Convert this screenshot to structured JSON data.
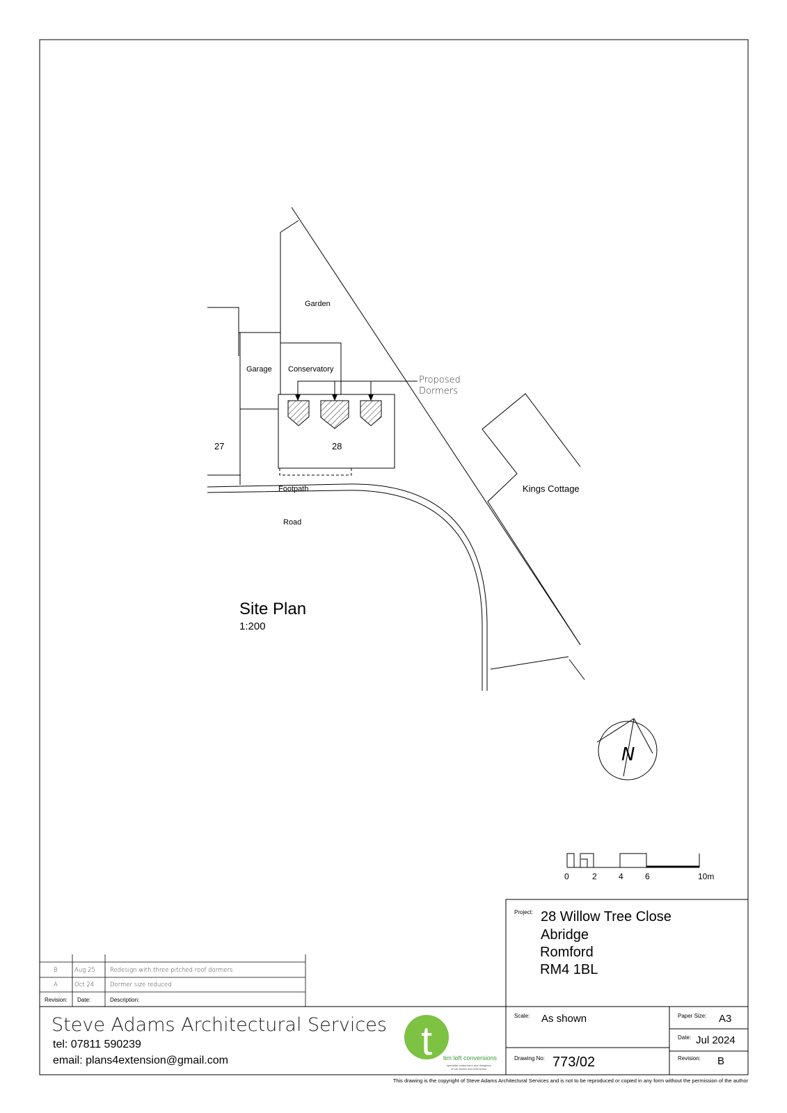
{
  "plan": {
    "labels": {
      "garden": "Garden",
      "garage": "Garage",
      "conservatory": "Conservatory",
      "house_27": "27",
      "house_28": "28",
      "footpath": "Footpath",
      "road": "Road",
      "kings_cottage": "Kings Cottage",
      "proposed_line1": "Proposed",
      "proposed_line2": "Dormers"
    },
    "title": "Site Plan",
    "scale": "1:200",
    "north_letter": "N",
    "scale_bar": {
      "ticks": [
        "0",
        "2",
        "4",
        "6",
        "10m"
      ]
    }
  },
  "title_block": {
    "project_label": "Project:",
    "project_lines": [
      "28 Willow Tree Close",
      "Abridge",
      "Romford",
      "RM4 1BL"
    ],
    "scale_label": "Scale:",
    "scale_value": "As shown",
    "paper_size_label": "Paper Size:",
    "paper_size_value": "A3",
    "date_label": "Date:",
    "date_value": "Jul 2024",
    "drawing_no_label": "Drawing No:",
    "drawing_no_value": "773/02",
    "revision_label": "Revision:",
    "revision_value": "B"
  },
  "revisions": {
    "rows": [
      {
        "rev": "B",
        "date": "Aug 25",
        "description": "Redesign with three pitched roof dormers"
      },
      {
        "rev": "A",
        "date": "Oct 24",
        "description": "Dormer size reduced"
      }
    ],
    "headers": {
      "rev": "Revision:",
      "date": "Date:",
      "description": "Description:"
    }
  },
  "company": {
    "name": "Steve Adams Architectural Services",
    "tel": "tel:  07811 590239",
    "email": "email:  plans4extension@gmail.com"
  },
  "logo": {
    "letter": "t",
    "name": "tim loft conversions",
    "tagline1": "specialist conformers and designers",
    "tagline2": "of loft visions and extensions",
    "colors": {
      "primary": "#7dc242",
      "text": "#3a9a3a"
    }
  },
  "copyright": "This drawing is the copyright of Steve Adams Architectural Services and is not to be reproduced or copied in any form without the permission of the author"
}
